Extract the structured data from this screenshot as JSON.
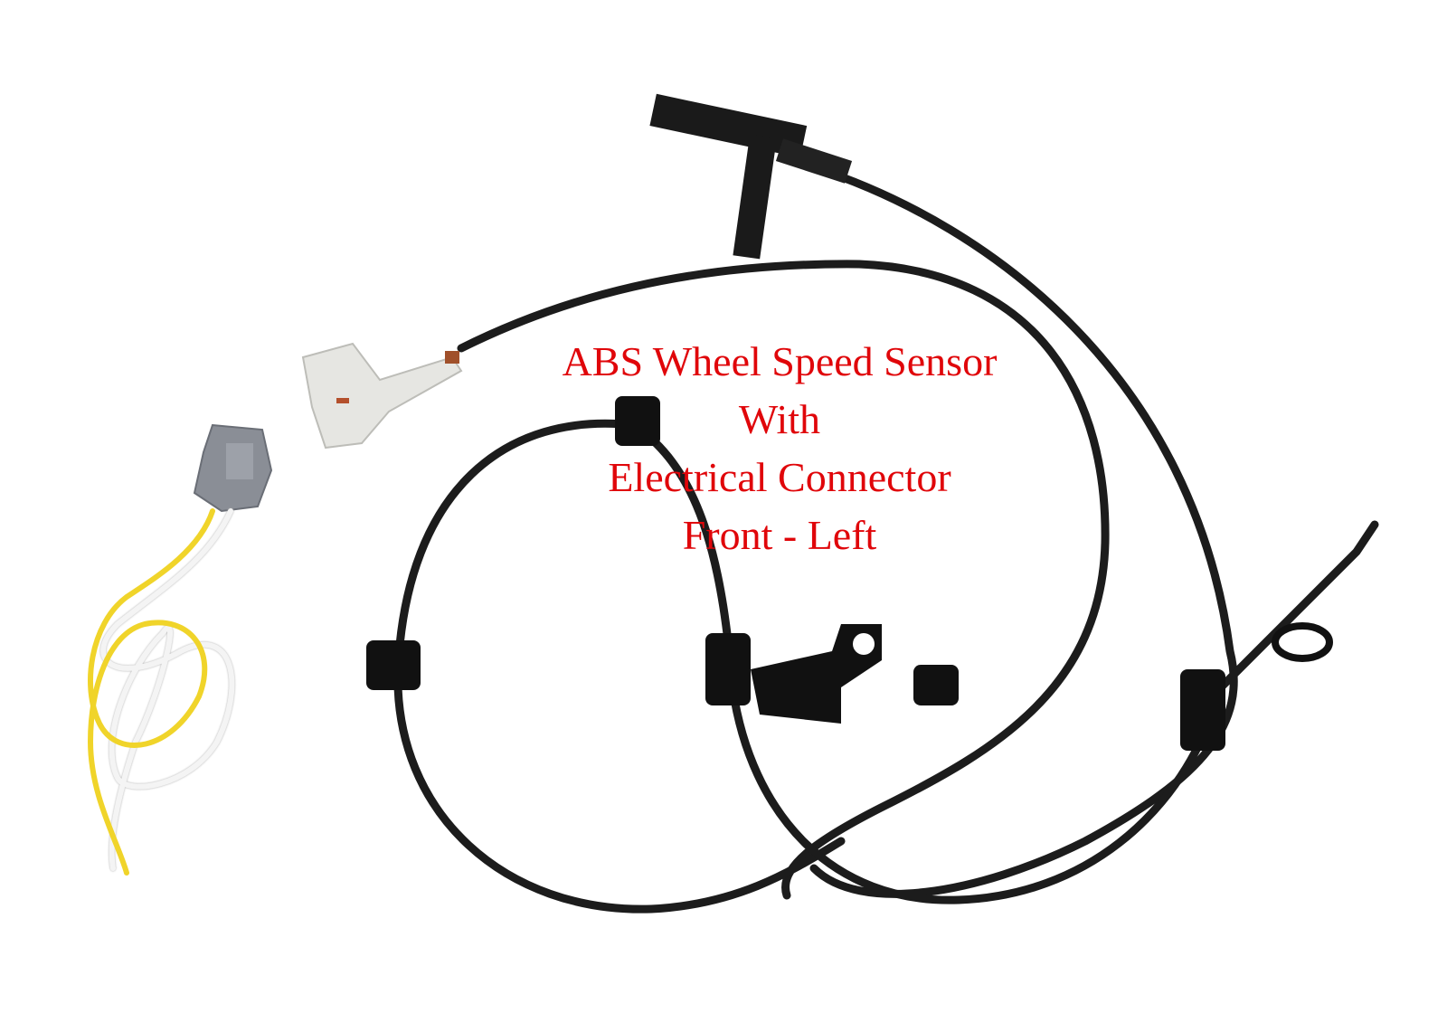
{
  "caption": {
    "line1": "ABS Wheel Speed Sensor",
    "line2": "With",
    "line3": "Electrical Connector",
    "line4": "Front - Left"
  },
  "colors": {
    "text": "#e0060a",
    "cable": "#1c1c1c",
    "connector_white": "#e6e6e2",
    "connector_gray": "#8a8e96",
    "wire_yellow": "#f0d42a",
    "wire_white": "#f4f4f4"
  }
}
